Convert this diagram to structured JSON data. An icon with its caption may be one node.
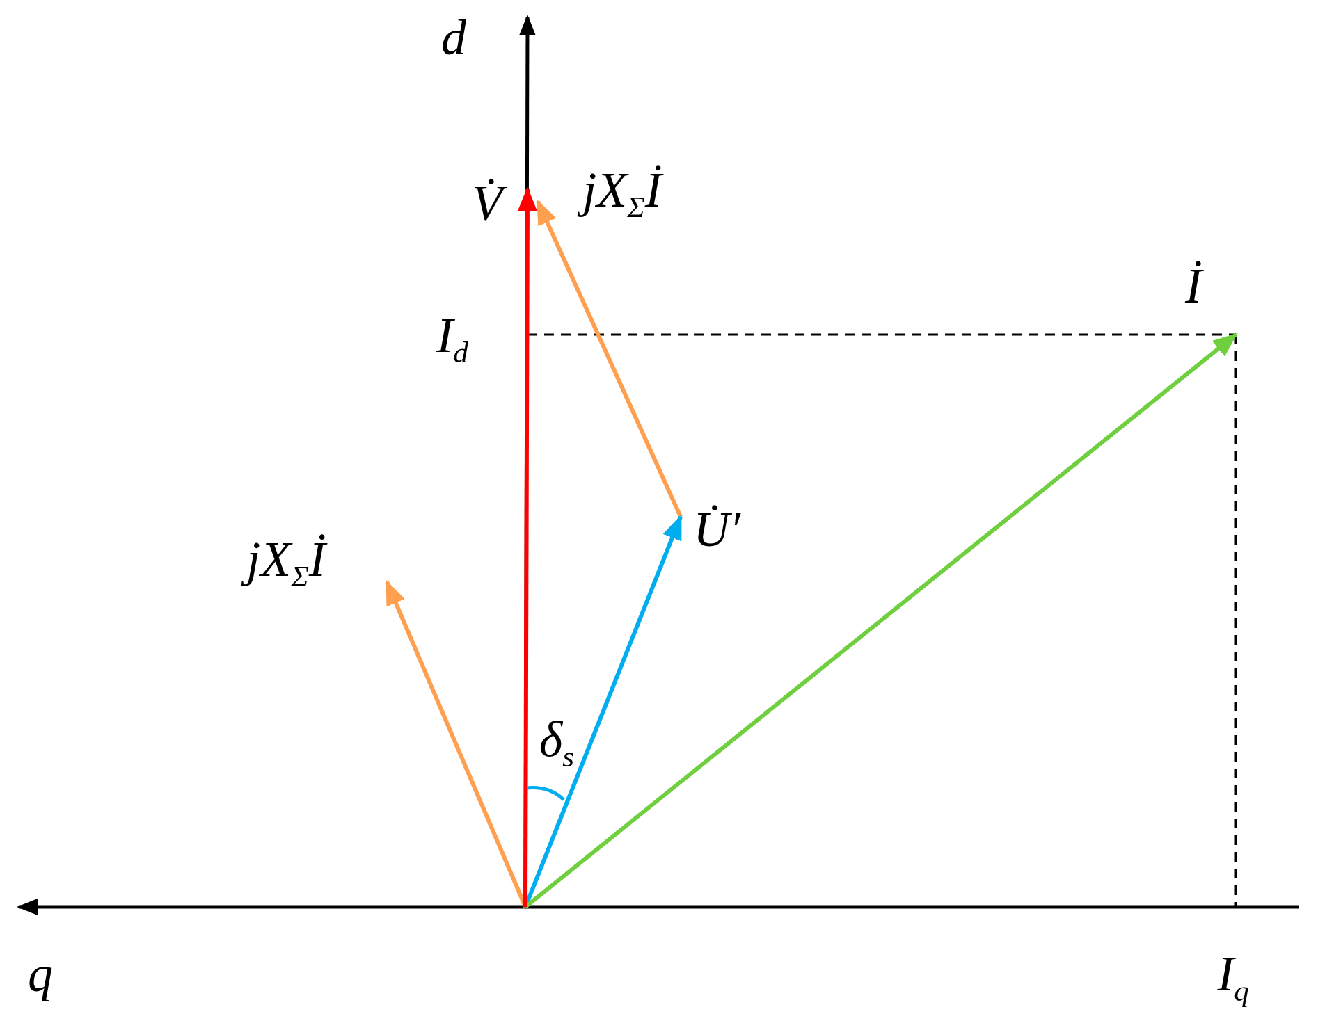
{
  "diagram": {
    "labels": [
      "d",
      "V̇",
      "jX$_{Σ}$İ",
      "İ",
      "I$_{d}$",
      "U̇′",
      "jX$_{Σ}$İ",
      "δ$_{s}$",
      "q",
      "I$_{q}$"
    ]
  }
}
